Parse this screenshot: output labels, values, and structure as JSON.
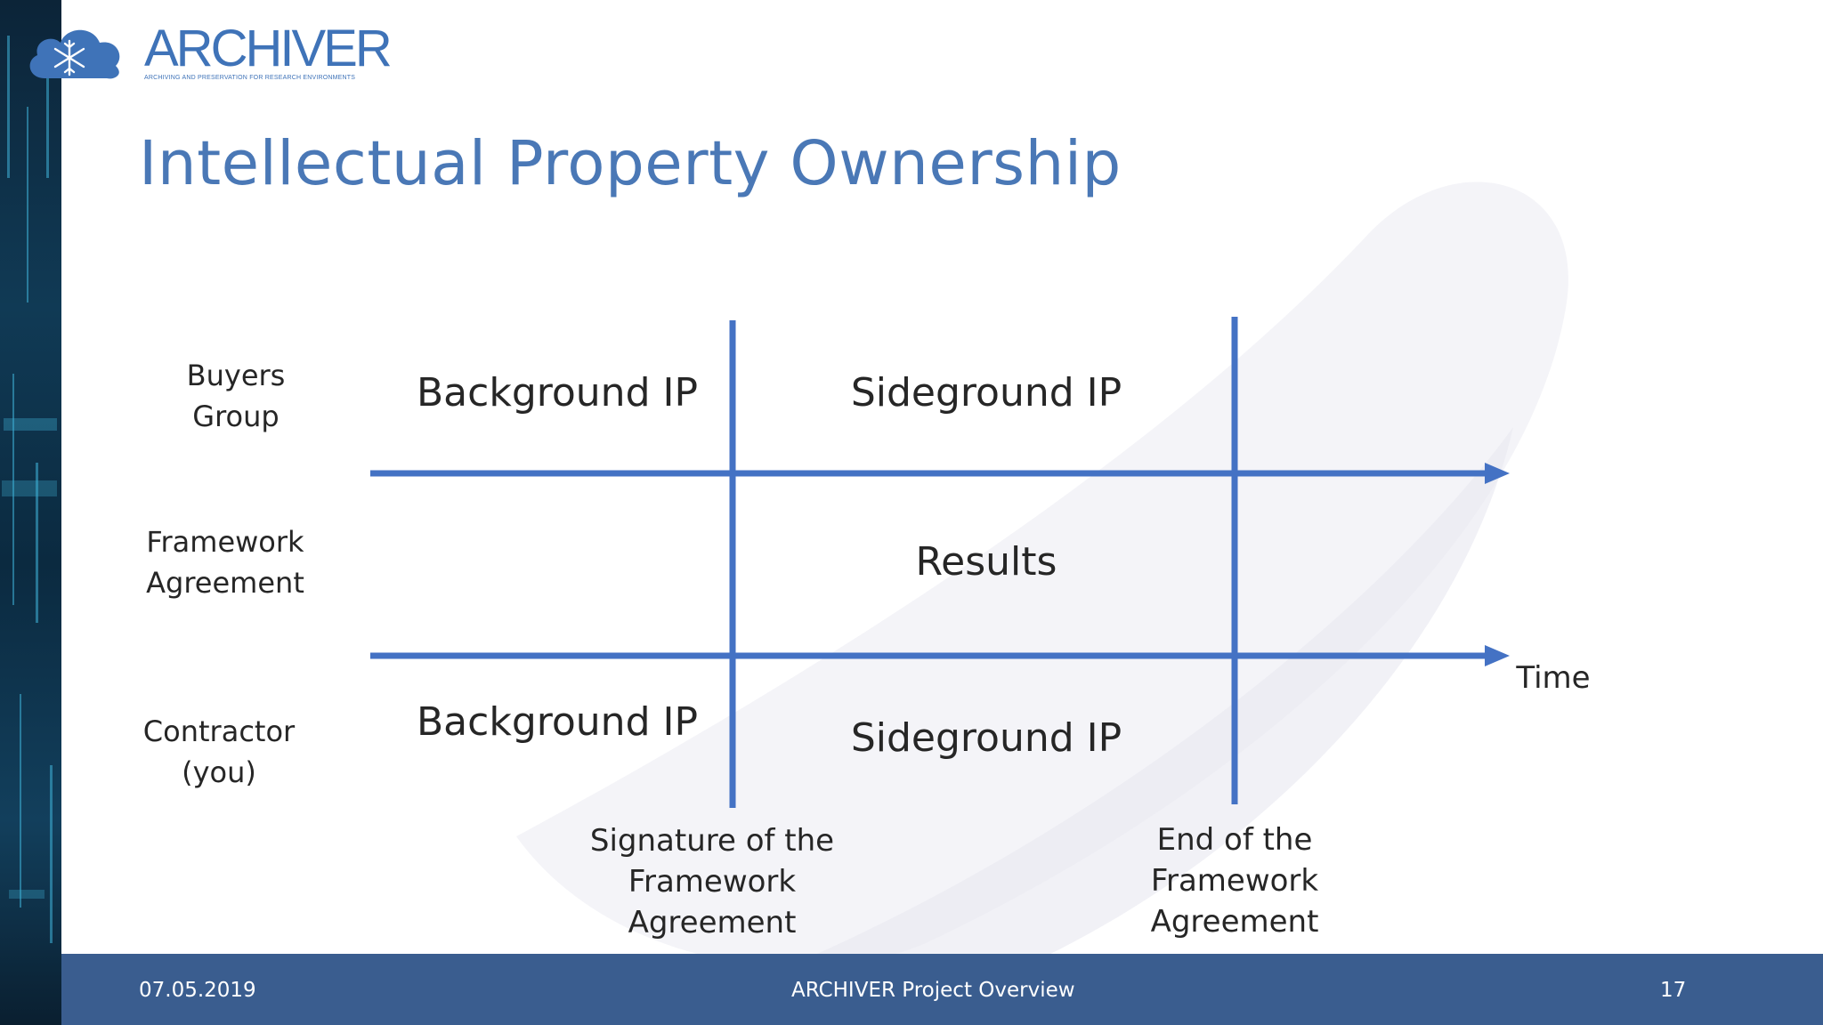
{
  "logo": {
    "name": "ARCHIVER",
    "tagline": "ARCHIVING AND PRESERVATION FOR RESEARCH ENVIRONMENTS"
  },
  "slide": {
    "title": "Intellectual Property Ownership"
  },
  "diagram": {
    "rows": [
      {
        "label_line1": "Buyers",
        "label_line2": "Group"
      },
      {
        "label_line1": "Framework",
        "label_line2": "Agreement"
      },
      {
        "label_line1": "Contractor",
        "label_line2": "(you)"
      }
    ],
    "cells": {
      "buyers_background": "Background IP",
      "buyers_sideground": "Sideground IP",
      "results": "Results",
      "contractor_background": "Background IP",
      "contractor_sideground": "Sideground IP"
    },
    "time_label": "Time",
    "milestones": [
      {
        "line1": "Signature of the",
        "line2": "Framework",
        "line3": "Agreement"
      },
      {
        "line1": "End of the",
        "line2": "Framework",
        "line3": "Agreement"
      }
    ],
    "line_color": "#4472c4"
  },
  "footer": {
    "date": "07.05.2019",
    "center": "ARCHIVER Project Overview",
    "page": "17",
    "background": "#3a5d8f"
  }
}
